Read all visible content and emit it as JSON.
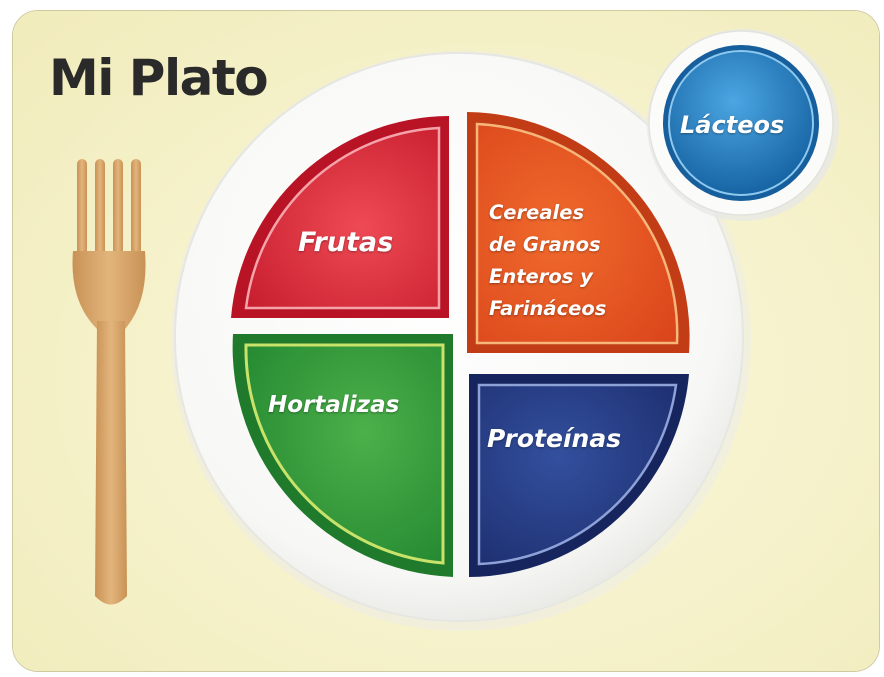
{
  "title": "Mi Plato",
  "sections": {
    "frutas": "Frutas",
    "granos": [
      "Cereales",
      "de Granos",
      "Enteros y",
      "Farináceos"
    ],
    "hortalizas": "Hortalizas",
    "proteinas": "Proteínas",
    "lacteos": "Lácteos"
  },
  "colors": {
    "background": "#f6f2c8",
    "frutas": "#d9252e",
    "granos": "#e5511f",
    "hortalizas": "#2e9a3d",
    "proteinas": "#243a86",
    "lacteos": "#1f79bf",
    "fork": "#d9a86a"
  }
}
